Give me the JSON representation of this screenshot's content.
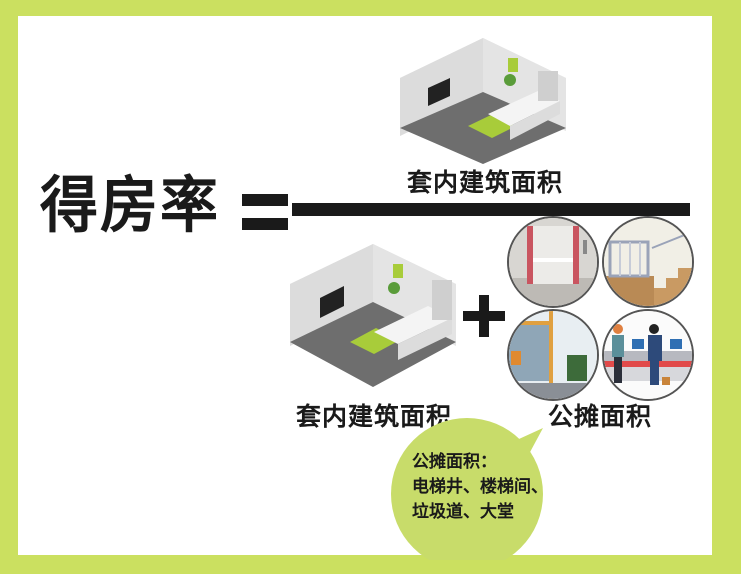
{
  "formula": {
    "title": "得房率",
    "equals": "=",
    "numerator_label": "套内建筑面积",
    "denominator_room_label": "套内建筑面积",
    "plus": "+",
    "shared_area_label": "公摊面积"
  },
  "shared_area_icons": [
    {
      "name": "elevator-shaft",
      "position": "top-left"
    },
    {
      "name": "staircase",
      "position": "top-right"
    },
    {
      "name": "garbage-chute",
      "position": "bottom-left"
    },
    {
      "name": "lobby",
      "position": "bottom-right"
    }
  ],
  "bubble": {
    "line1": "公摊面积：",
    "line2": "电梯井、楼梯间、",
    "line3": "垃圾道、大堂"
  },
  "colors": {
    "border": "#cbe060",
    "bubble": "#c8dc6a",
    "text": "#1a1a1a",
    "background": "#ffffff"
  }
}
